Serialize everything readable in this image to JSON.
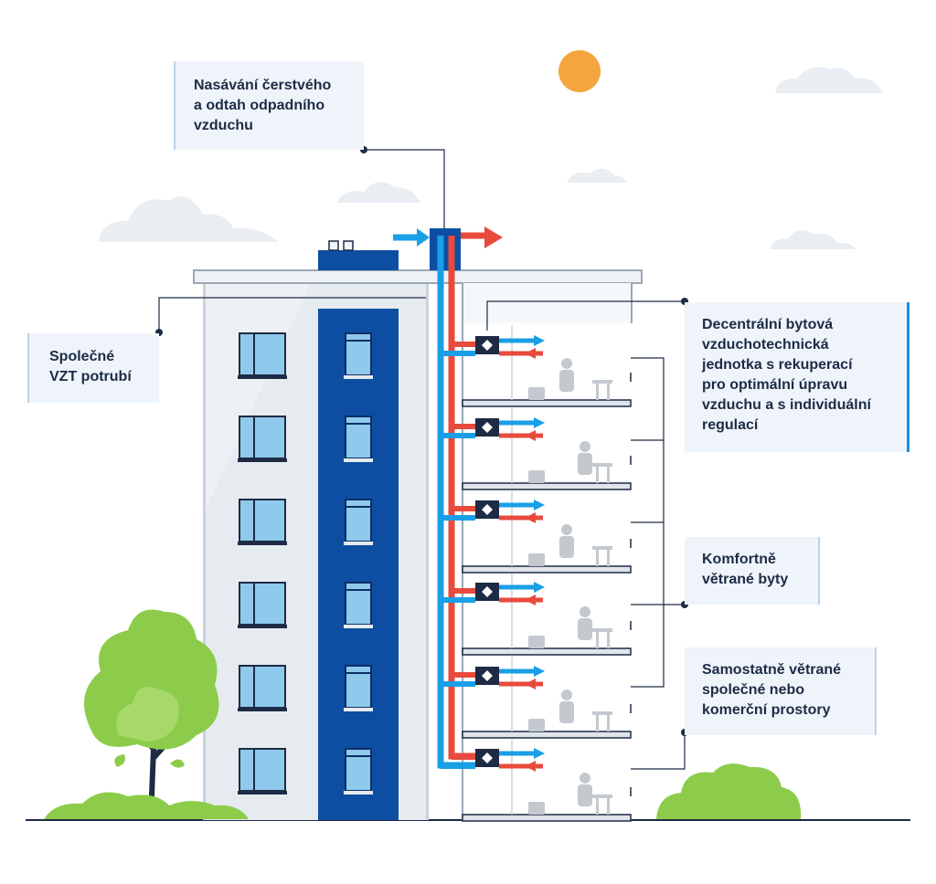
{
  "labels": {
    "intake": {
      "lines": [
        "Nasávání čerstvého",
        "a odtah odpadního",
        "vzduchu"
      ]
    },
    "shared_duct": {
      "lines": [
        "Společné",
        "VZT potrubí"
      ]
    },
    "unit": {
      "lines": [
        "Decentrální bytová",
        "vzduchotechnická",
        "jednotka s rekuperací",
        "pro optimální úpravu",
        "vzduchu a s individuální",
        "regulací"
      ]
    },
    "comfort": {
      "lines": [
        "Komfortně",
        "větrané byty"
      ]
    },
    "commercial": {
      "lines": [
        "Samostatně větrané",
        "společné nebo",
        "komerční prostory"
      ]
    }
  },
  "colors": {
    "fresh_air": "#1a9fe6",
    "exhaust_air": "#e84a3c",
    "building_dark": "#0e4ea2",
    "building_light": "#e6ebf0",
    "sun": "#f5a540",
    "tree": "#8ccc4a",
    "label_bg": "#eef4fa",
    "text": "#1d2b45"
  }
}
